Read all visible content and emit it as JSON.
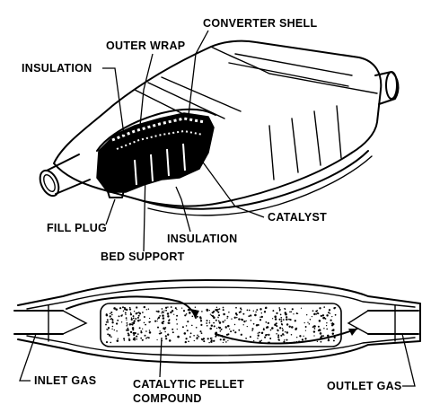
{
  "top_diagram": {
    "labels": {
      "converter_shell": "CONVERTER SHELL",
      "outer_wrap": "OUTER WRAP",
      "insulation_upper": "INSULATION",
      "fill_plug": "FILL PLUG",
      "insulation_lower": "INSULATION",
      "catalyst": "CATALYST",
      "bed_support": "BED SUPPORT"
    }
  },
  "bottom_diagram": {
    "labels": {
      "inlet_gas": "INLET GAS",
      "catalytic_pellet_line1": "CATALYTIC PELLET",
      "catalytic_pellet_line2": "COMPOUND",
      "outlet_gas": "OUTLET GAS"
    }
  },
  "colors": {
    "ink": "#000000",
    "paper": "#ffffff"
  }
}
